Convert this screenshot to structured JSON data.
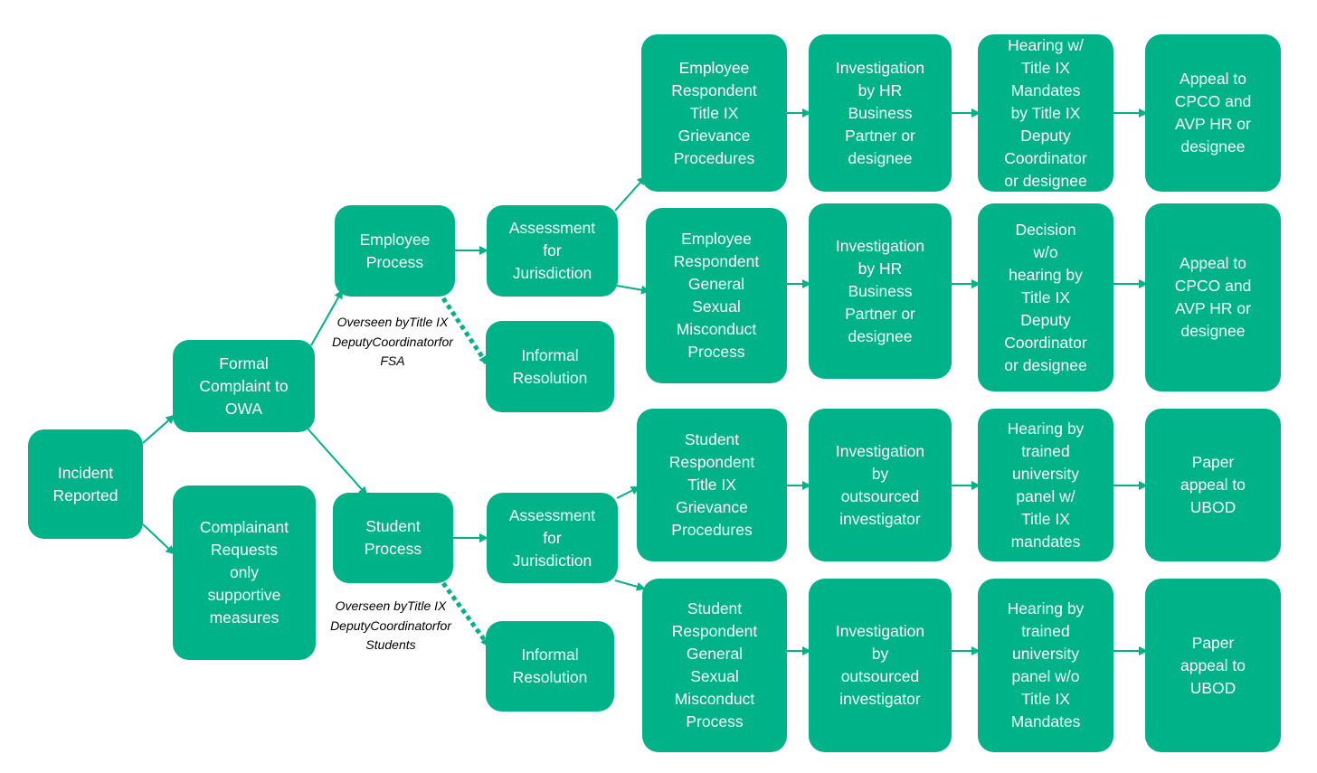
{
  "nodes": {
    "incident": "Incident\nReported",
    "formal": "Formal\nComplaint to\nOWA",
    "supportive": "Complainant\nRequests\nonly\nsupportive\nmeasures",
    "employee_process": "Employee\nProcess",
    "student_process": "Student\nProcess",
    "emp_assessment": "Assessment\nfor\nJurisdiction",
    "stu_assessment": "Assessment\nfor\nJurisdiction",
    "emp_informal": "Informal\nResolution",
    "stu_informal": "Informal\nResolution",
    "emp_t9": "Employee\nRespondent\nTitle IX\nGrievance\nProcedures",
    "emp_gsm": "Employee\nRespondent\nGeneral\nSexual\nMisconduct\nProcess",
    "stu_t9": "Student\nRespondent\nTitle IX\nGrievance\nProcedures",
    "stu_gsm": "Student\nRespondent\nGeneral\nSexual\nMisconduct\nProcess",
    "inv_hr_1": "Investigation\nby HR\nBusiness\nPartner or\ndesignee",
    "inv_hr_2": "Investigation\nby HR\nBusiness\nPartner or\ndesignee",
    "inv_out_1": "Investigation\nby\noutsourced\ninvestigator",
    "inv_out_2": "Investigation\nby\noutsourced\ninvestigator",
    "hearing_t9_emp": "Hearing w/\nTitle IX\nMandates\nby Title IX\nDeputy\nCoordinator\nor designee",
    "decision_emp": "Decision\nw/o\nhearing by\nTitle IX\nDeputy\nCoordinator\nor designee",
    "hearing_t9_stu": "Hearing by\ntrained\nuniversity\npanel w/\nTitle IX\nmandates",
    "hearing_no_t9_stu": "Hearing by\ntrained\nuniversity\npanel w/o\nTitle IX\nMandates",
    "appeal_emp_1": "Appeal to\nCPCO and\nAVP HR or\ndesignee",
    "appeal_emp_2": "Appeal to\nCPCO and\nAVP HR or\ndesignee",
    "appeal_stu_1": "Paper\nappeal to\nUBOD",
    "appeal_stu_2": "Paper\nappeal to\nUBOD"
  },
  "notes": {
    "fsa": "Overseen by\nTitle IX Deputy\nCoordinator\nfor FSA",
    "students": "Overseen by\nTitle IX Deputy\nCoordinator\nfor Students"
  },
  "colors": {
    "node_fill": "#00b287",
    "node_text": "#ffffff",
    "connector": "#00b287"
  }
}
